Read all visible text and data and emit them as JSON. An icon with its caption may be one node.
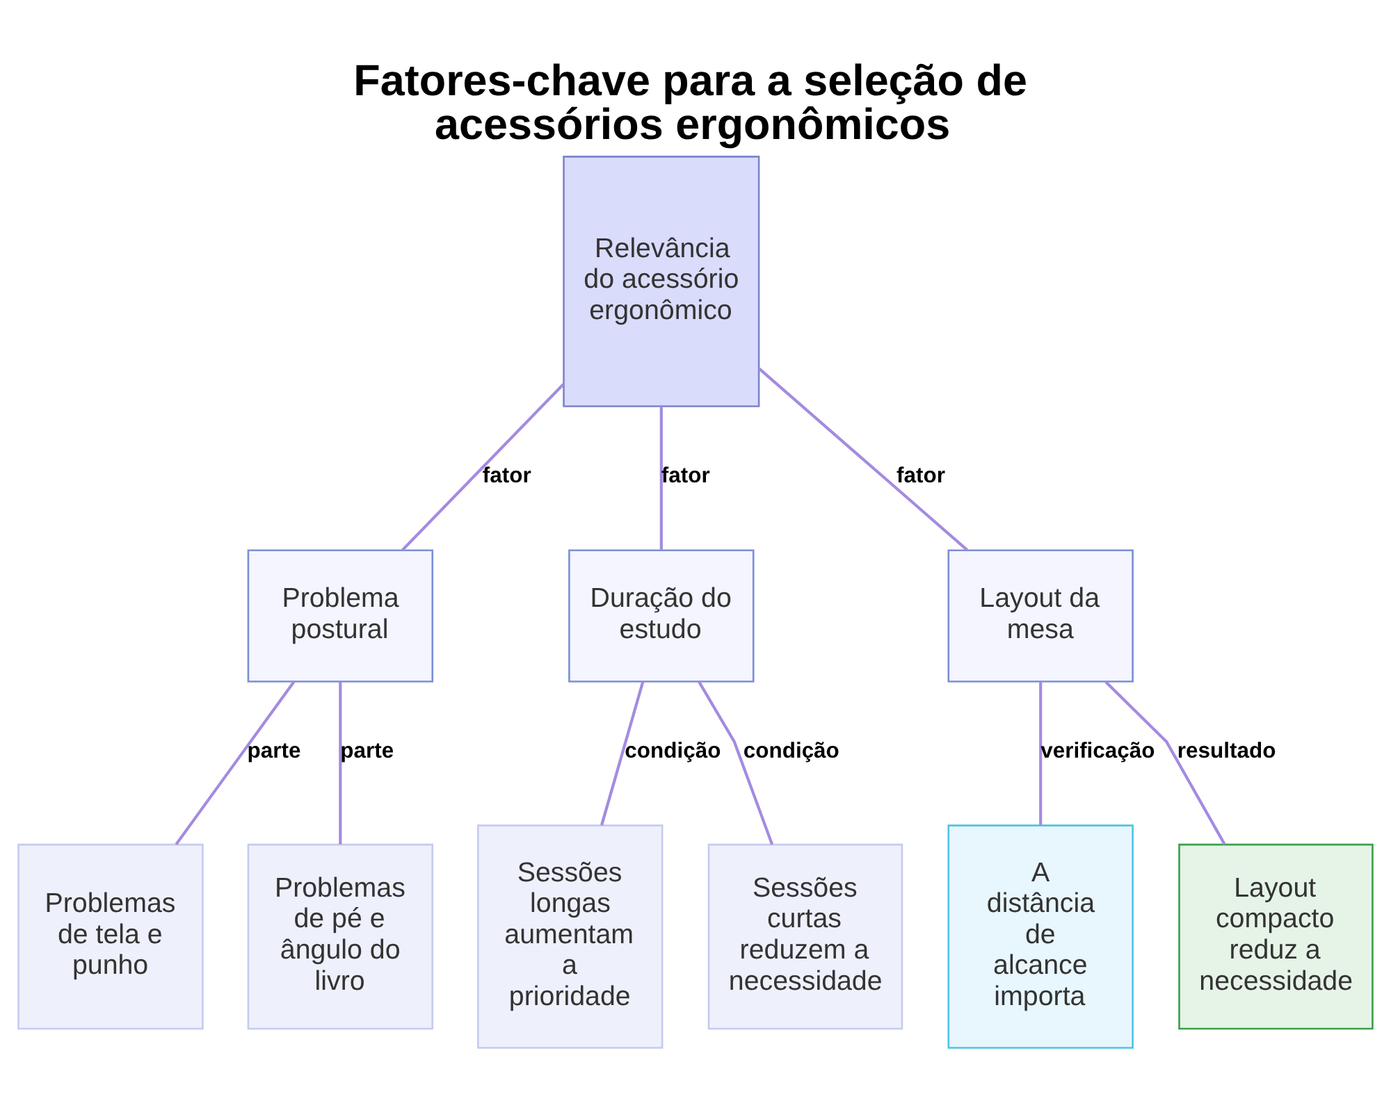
{
  "diagram": {
    "title": "Fatores-chave para a seleção de acessórios ergonômicos",
    "nodes": [
      {
        "text": [
          "Relevância do acessório ergonômico"
        ]
      },
      {
        "text": [
          "Problema postural"
        ]
      },
      {
        "text": [
          "Duração do estudo"
        ]
      },
      {
        "text": [
          "Layout da mesa"
        ]
      },
      {
        "text": [
          "Problemas de tela e punho"
        ]
      },
      {
        "text": [
          "Problemas de pé e ângulo do livro"
        ]
      },
      {
        "text": [
          "Sessões longas aumentam a prioridade"
        ]
      },
      {
        "text": [
          "Sessões curtas reduzem a necessidade"
        ]
      },
      {
        "text": [
          "A distância de alcance importa"
        ]
      },
      {
        "text": [
          "Layout compacto reduz a necessidade"
        ]
      }
    ],
    "edges": [
      {
        "from": 0,
        "to": 1,
        "arrow": "none",
        "label": "fator"
      },
      {
        "from": 0,
        "to": 2,
        "arrow": "none",
        "label": "fator"
      },
      {
        "from": 0,
        "to": 3,
        "arrow": "none",
        "label": "fator"
      },
      {
        "from": 1,
        "to": 4,
        "arrow": "none",
        "label": "parte"
      },
      {
        "from": 1,
        "to": 5,
        "arrow": "none",
        "label": "parte"
      },
      {
        "from": 2,
        "to": 6,
        "arrow": "none",
        "label": "condição"
      },
      {
        "from": 2,
        "to": 7,
        "arrow": "none",
        "label": "condição"
      },
      {
        "from": 3,
        "to": 8,
        "arrow": "none",
        "label": "verificação"
      },
      {
        "from": 3,
        "to": 9,
        "arrow": "none",
        "label": "resultado"
      }
    ]
  }
}
